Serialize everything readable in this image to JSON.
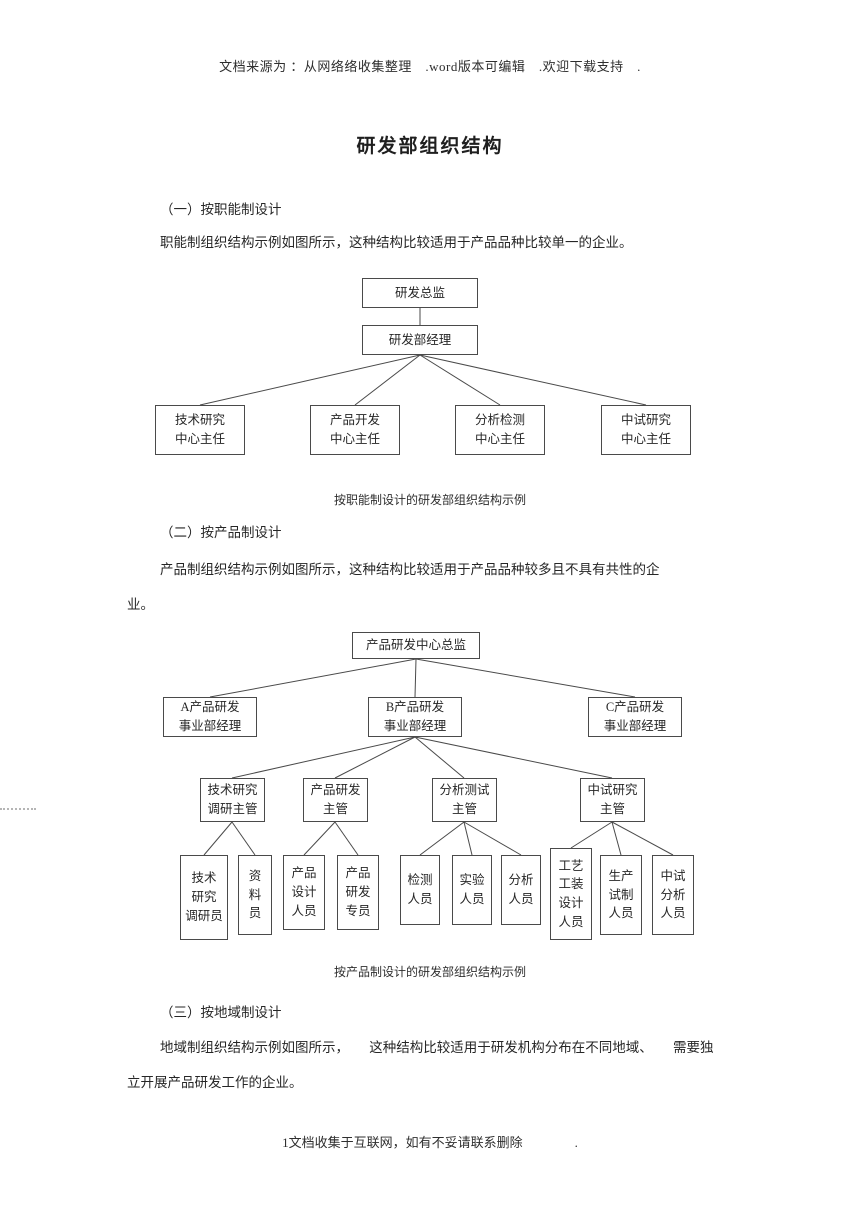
{
  "watermark": "文档来源为 ：从网络络收集整理　.word版本可编辑　.欢迎下载支持　.",
  "title": "研发部组织结构",
  "section1": {
    "heading": "（一）按职能制设计",
    "paragraph": "职能制组织结构示例如图所示，这种结构比较适用于产品品种比较单一的企业。",
    "caption": "按职能制设计的研发部组织结构示例"
  },
  "section2": {
    "heading": "（二）按产品制设计",
    "paragraph_line1": "产品制组织结构示例如图所示，这种结构比较适用于产品品种较多且不具有共性的企",
    "paragraph_line2": "业。",
    "caption": "按产品制设计的研发部组织结构示例"
  },
  "section3": {
    "heading": "（三）按地域制设计",
    "paragraph_line1": "地域制组织结构示例如图所示，　　这种结构比较适用于研发机构分布在不同地域、　　需要独",
    "paragraph_line2": "立开展产品研发工作的企业。"
  },
  "footer": "1文档收集于互联网，如有不妥请联系删除　　　　.",
  "chart1": {
    "director": "研发总监",
    "manager": "研发部经理",
    "departments": [
      "技术研究\n中心主任",
      "产品开发\n中心主任",
      "分析检测\n中心主任",
      "中试研究\n中心主任"
    ]
  },
  "chart2": {
    "root": "产品研发中心总监",
    "divisions": [
      "A产品研发\n事业部经理",
      "B产品研发\n事业部经理",
      "C产品研发\n事业部经理"
    ],
    "supervisors": [
      "技术研究\n调研主管",
      "产品研发\n主管",
      "分析测试\n主管",
      "中试研究\n主管"
    ],
    "staff": [
      "技术\n研究\n调研员",
      "资\n料\n员",
      "产品\n设计\n人员",
      "产品\n研发\n专员",
      "检测\n人员",
      "实验\n人员",
      "分析\n人员",
      "工艺\n工装\n设计\n人员",
      "生产\n试制\n人员",
      "中试\n分析\n人员"
    ]
  }
}
